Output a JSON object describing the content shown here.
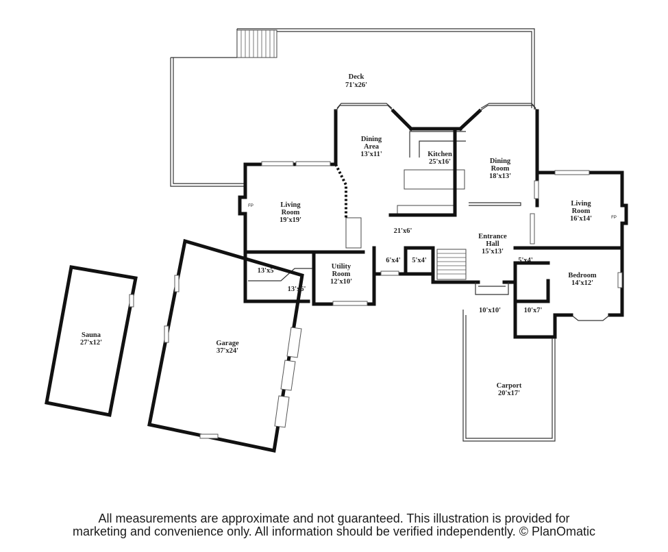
{
  "rooms": {
    "deck": {
      "name": "Deck",
      "dim": "71'x26'"
    },
    "dining_area": {
      "name1": "Dining",
      "name2": "Area",
      "dim": "13'x11'"
    },
    "kitchen": {
      "name": "Kitchen",
      "dim": "25'x16'"
    },
    "dining_room": {
      "name1": "Dining",
      "name2": "Room",
      "dim": "18'x13'"
    },
    "living_room_left": {
      "name1": "Living",
      "name2": "Room",
      "dim": "19'x19'"
    },
    "living_room_right": {
      "name1": "Living",
      "name2": "Room",
      "dim": "16'x14'"
    },
    "hall_21x6": {
      "dim": "21'x6'"
    },
    "entrance_hall": {
      "name1": "Entrance",
      "name2": "Hall",
      "dim": "15'x13'"
    },
    "utility_room": {
      "name1": "Utility",
      "name2": "Room",
      "dim": "12'x10'"
    },
    "room_13x5": {
      "dim": "13'x5'"
    },
    "room_13x6": {
      "dim": "13'x6'"
    },
    "room_6x4": {
      "dim": "6'x4'"
    },
    "room_5x4_a": {
      "dim": "5'x4'"
    },
    "room_5x4_b": {
      "dim": "5'x4'"
    },
    "bedroom": {
      "name": "Bedroom",
      "dim": "14'x12'"
    },
    "room_10x10": {
      "dim": "10'x10'"
    },
    "room_10x7": {
      "dim": "10'x7'"
    },
    "sauna": {
      "name": "Sauna",
      "dim": "27'x12'"
    },
    "garage": {
      "name": "Garage",
      "dim": "37'x24'"
    },
    "carport": {
      "name": "Carport",
      "dim": "20'x17'"
    }
  },
  "fireplace_label": "FP",
  "footer": {
    "line1": "All measurements are approximate and not guaranteed. This illustration is provided for",
    "line2": "marketing and convenience only. All information should be verified independently. © PlanOmatic"
  }
}
